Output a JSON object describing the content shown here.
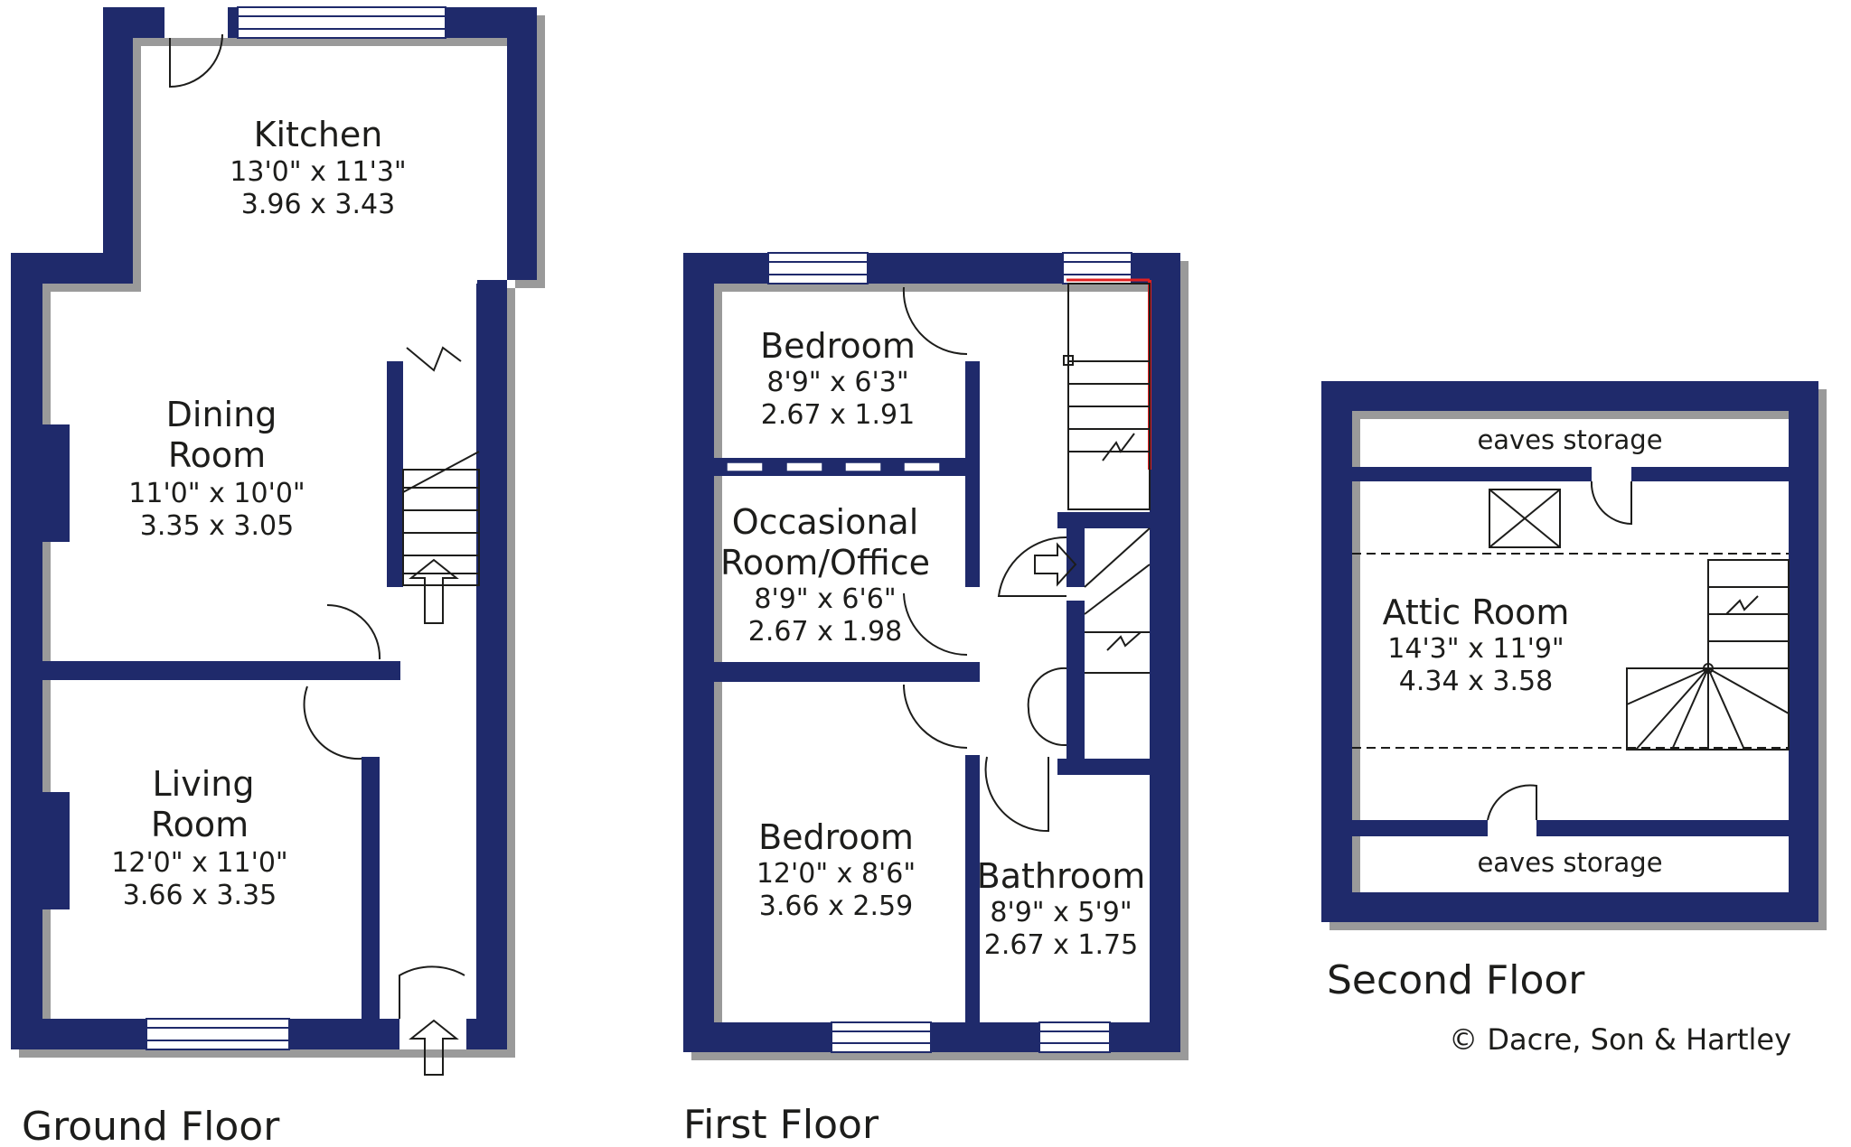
{
  "colors": {
    "wall": "#1f2a6b",
    "shadow": "#9a9a9a",
    "accent_red": "#e02020",
    "text": "#1d1d1b"
  },
  "floors": {
    "ground": {
      "title": "Ground Floor"
    },
    "first": {
      "title": "First Floor"
    },
    "second": {
      "title": "Second Floor"
    }
  },
  "rooms": {
    "kitchen": {
      "name": "Kitchen",
      "imperial": "13'0\"  x  11'3\"",
      "metric": "3.96  x  3.43"
    },
    "dining": {
      "name_line1": "Dining",
      "name_line2": "Room",
      "imperial": "11'0\"  x  10'0\"",
      "metric": "3.35  x  3.05"
    },
    "living": {
      "name_line1": "Living",
      "name_line2": "Room",
      "imperial": "12'0\"  x  11'0\"",
      "metric": "3.66  x  3.35"
    },
    "bedroom_small": {
      "name": "Bedroom",
      "imperial": "8'9\"   x   6'3\"",
      "metric": "2.67  x  1.91"
    },
    "office": {
      "name_line1": "Occasional",
      "name_line2": "Room/Office",
      "imperial": "8'9\"   x   6'6\"",
      "metric": "2.67  x  1.98"
    },
    "bedroom_large": {
      "name": "Bedroom",
      "imperial": "12'0\"  x  8'6\"",
      "metric": "3.66  x  2.59"
    },
    "bathroom": {
      "name": "Bathroom",
      "imperial": "8'9\"   x   5'9\"",
      "metric": "2.67  x  1.75"
    },
    "attic": {
      "name": "Attic Room",
      "imperial": "14'3\"  x  11'9\"",
      "metric": "4.34  x  3.58"
    },
    "eaves_top": {
      "name": "eaves storage"
    },
    "eaves_bottom": {
      "name": "eaves storage"
    }
  },
  "credit": "© Dacre, Son & Hartley"
}
